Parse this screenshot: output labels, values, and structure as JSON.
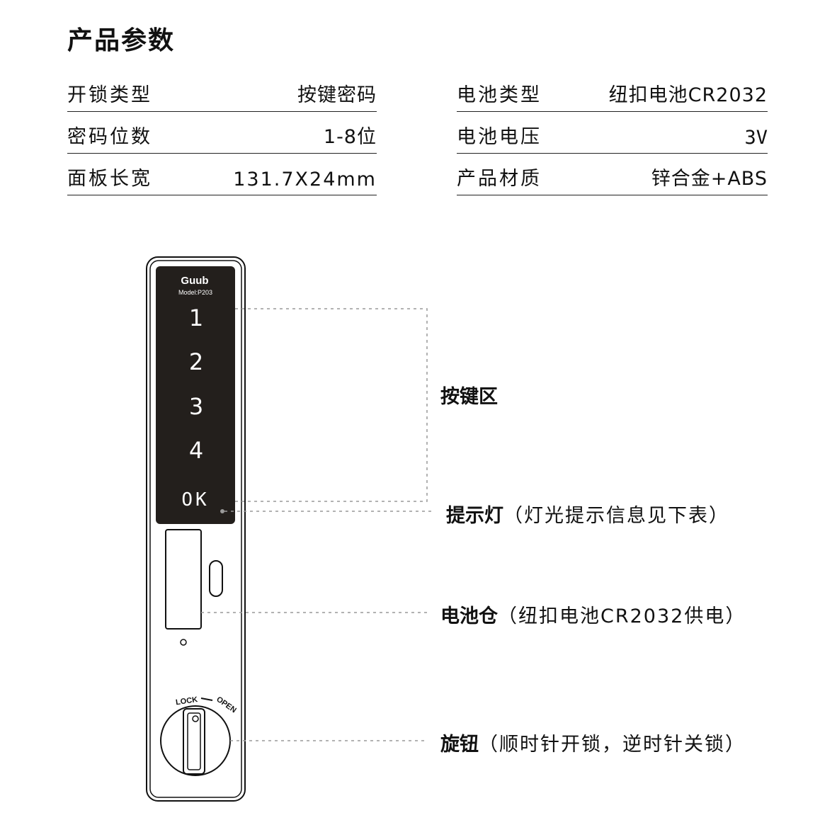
{
  "title": "产品参数",
  "specs_left": [
    {
      "label": "开锁类型",
      "value": "按键密码"
    },
    {
      "label": "密码位数",
      "value": "1-8位"
    },
    {
      "label": "面板长宽",
      "value": "131.7X24mm"
    }
  ],
  "specs_right": [
    {
      "label": "电池类型",
      "value": "纽扣电池CR2032"
    },
    {
      "label": "电池电压",
      "value": "3V"
    },
    {
      "label": "产品材质",
      "value": "锌合金+ABS"
    }
  ],
  "device": {
    "brand": "Guub",
    "model": "Model:P203",
    "keys": [
      "1",
      "2",
      "3",
      "4",
      "OK"
    ],
    "dial_lock": "LOCK",
    "dial_open": "OPEN"
  },
  "callouts": {
    "keypad": {
      "title": "按键区",
      "note": ""
    },
    "indicator": {
      "title": "提示灯",
      "note": "（灯光提示信息见下表）"
    },
    "battery": {
      "title": "电池仓",
      "note": "（纽扣电池CR2032供电）"
    },
    "knob": {
      "title": "旋钮",
      "note": "（顺时针开锁，逆时针关锁）"
    }
  }
}
